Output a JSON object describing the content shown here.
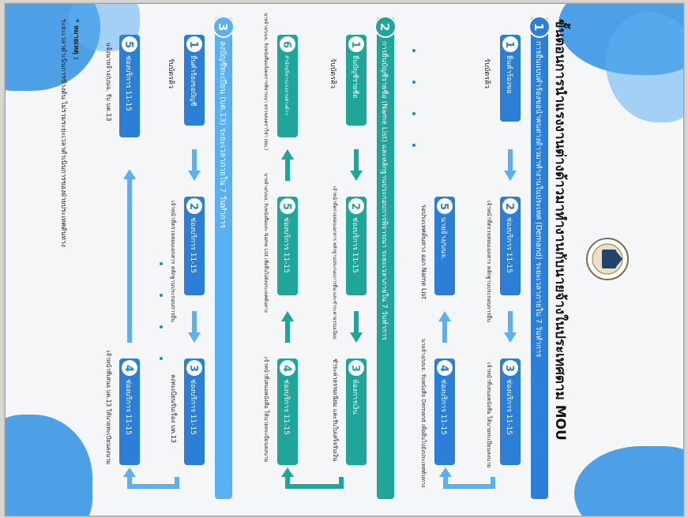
{
  "document": {
    "title": "ขั้นตอนการนำแรงงานต่างด้าวมาทำงานกับนายจ้างในประเทศตาม MOU",
    "footnote_marker": "* หมายเหตุ :",
    "footnote": "ระยะเวลาดำเนินการข้างต้น ไม่รวมระยะเวลาดำเนินการของฝ่ายประเทศต้นทาง",
    "section1": {
      "number": "1",
      "title": "การยื่นแบบคำร้องขอนำคนต่างด้าวมาทำงานในประเทศ (Demand) ระยะเวลาภายใน 7 วันทำการ",
      "steps": [
        {
          "num": "1",
          "label": "ยื่นคำร้องขอ",
          "sub": "รับบัตรคิว"
        },
        {
          "num": "2",
          "label": "ช่องบริการ 11-15",
          "sub": "เจ้าหน้าที่ตรวจสอบเอกสาร หลักฐานประกอบการยื่น"
        },
        {
          "num": "3",
          "label": "ช่องบริการ 11-15",
          "sub": "เจ้าหน้าที่เสนอหนังสือ ให้นายทะเบียนลงนาม"
        },
        {
          "num": "4",
          "label": "ช่องบริการ 11-15",
          "sub": "นายจ้าง/บนจ. รับหนังสือ Demand เพื่อยื่นไปยังประเทศต้นทาง"
        },
        {
          "num": "5",
          "label": "นายจ้าง/บนจ.",
          "sub": "รอประเทศต้นทาง ออก Name List"
        }
      ]
    },
    "section2": {
      "number": "2",
      "title": "การยื่นบัญชีรายชื่อ (Name List) และหลักฐานประกอบการพิจารณา ระยะเวลาภายใน 7 วันทำการ",
      "steps": [
        {
          "num": "1",
          "label": "ยื่นบัญชีรายชื่อ",
          "sub": "รับบัตรคิว"
        },
        {
          "num": "2",
          "label": "ช่องบริการ 11-15",
          "sub": "เจ้าหน้าที่ตรวจสอบเอกสาร หลักฐานประกอบการยื่น และชำระค่าธรรมเนียม"
        },
        {
          "num": "3",
          "label": "ห้องการเงิน",
          "sub": "ชำระค่าธรรมเนียม และรับใบเสร็จรับเงิน"
        },
        {
          "num": "4",
          "label": "ช่องบริการ 11-15",
          "sub": "เจ้าหน้าที่เสนอหนังสือ ให้นายทะเบียนลงนาม"
        },
        {
          "num": "5",
          "label": "ช่องบริการ 11-15",
          "sub": "นายจ้าง/บนจ. รับหนังสือและ Name List เพื่อยื่นไปยังประเทศต้นทาง"
        },
        {
          "num": "6",
          "label": "สำนักบริหารแรงงานต่างด้าว",
          "sub": "นายจ้าง/บนจ. รับหนังสือแจ้งผลการพิจารณา ตรวจลงตราวีซ่า (ตม.)"
        }
      ]
    },
    "section3": {
      "number": "3",
      "title": "ลงบัญชีทะเบียน (บต.13) ระยะเวลาภายใน 7 วันทำการ",
      "steps": [
        {
          "num": "1",
          "label": "ยื่นคำร้องขอบัญชี",
          "sub": "รับบัตรคิว"
        },
        {
          "num": "2",
          "label": "ช่องบริการ 11-15",
          "sub": "เจ้าหน้าที่ตรวจสอบเอกสาร หลักฐานประกอบการยื่น"
        },
        {
          "num": "3",
          "label": "ช่องบริการ 11-15",
          "sub": "ลงทะเบียนรับเรื่อง บต.13"
        },
        {
          "num": "4",
          "label": "ช่องบริการ 11-15",
          "sub": "เจ้าหน้าที่เสนอ บต.13 ให้นายทะเบียนลงนาม"
        },
        {
          "num": "5",
          "label": "ช่องบริการ 11-15",
          "sub": "แจ้งนายจ้าง/บนจ. รับ บต.13"
        }
      ]
    },
    "colors": {
      "blue": "#2b7fd6",
      "teal": "#1fa59a",
      "navy": "#23436b"
    }
  }
}
